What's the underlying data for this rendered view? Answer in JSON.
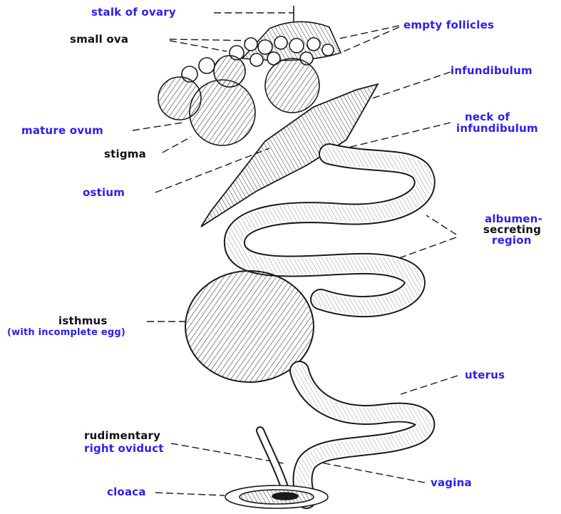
{
  "labels": {
    "stalk_of_ovary": "stalk of ovary",
    "small_ova": "small ova",
    "empty_follicles": "empty follicles",
    "infundibulum": "infundibulum",
    "neck_of": "neck of",
    "neck_infundibulum": "infundibulum",
    "mature_ovum": "mature ovum",
    "stigma": "stigma",
    "ostium": "ostium",
    "albumen": "albumen-",
    "secreting": "secreting",
    "region": "region",
    "isthmus": "isthmus",
    "with_incomplete_egg": "(with incomplete egg)",
    "uterus": "uterus",
    "rudimentary": "rudimentary",
    "right_oviduct": "right oviduct",
    "vagina": "vagina",
    "cloaca": "cloaca"
  },
  "colors": {
    "label_blue": "#2a1ef0",
    "label_black": "#111111",
    "ink": "#1a1a1a"
  }
}
